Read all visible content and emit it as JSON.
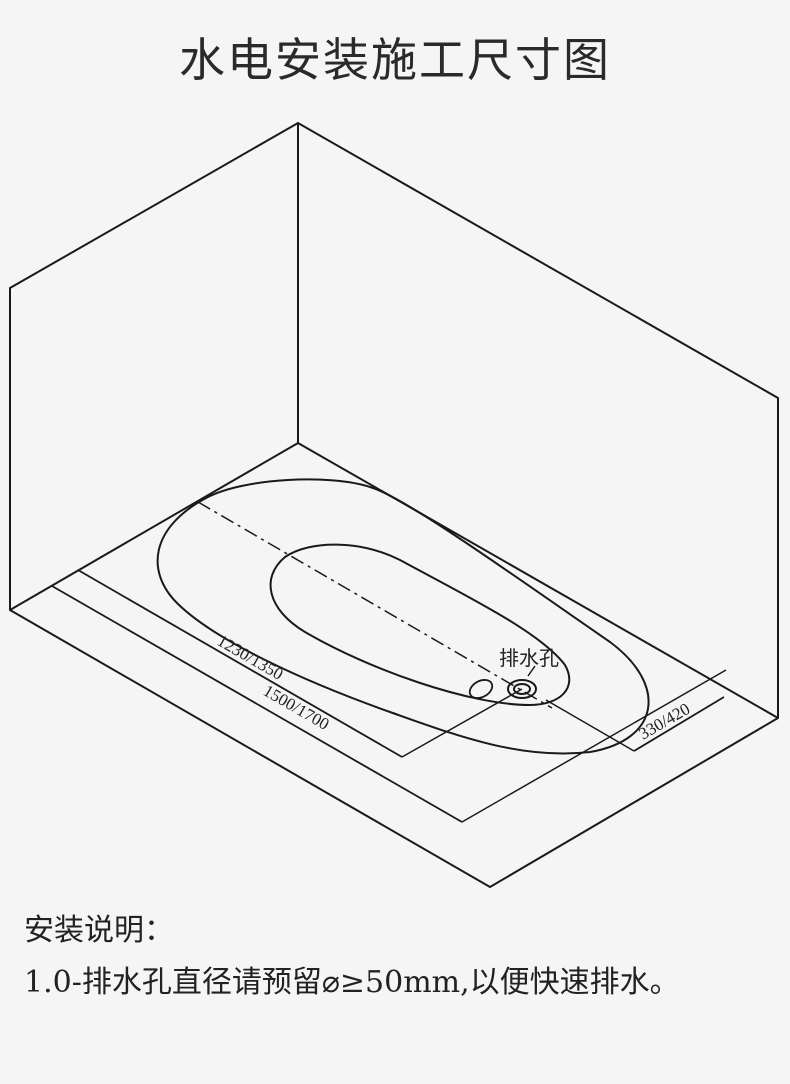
{
  "title": "水电安装施工尺寸图",
  "diagram": {
    "dim_inner_length": "1230/1350",
    "dim_outer_length": "1500/1700",
    "dim_width": "330/420",
    "drain_label": "排水孔"
  },
  "notes": {
    "heading": "安装说明：",
    "items": [
      "1.0-排水孔直径请预留⌀≥50mm,以便快速排水。"
    ]
  },
  "colors": {
    "background": "#f5f5f5",
    "line": "#1a1a1a"
  }
}
